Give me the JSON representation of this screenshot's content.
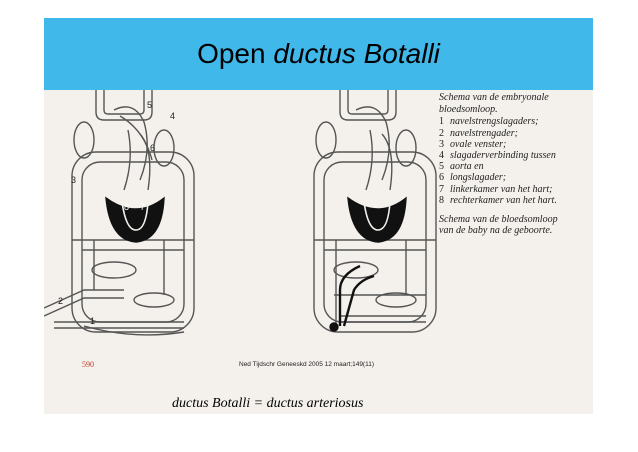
{
  "title": {
    "prefix": "Open",
    "italic": "ductus Botalli"
  },
  "figure": {
    "diagram_numbers": [
      "1",
      "2",
      "3",
      "4",
      "5",
      "6",
      "7",
      "8"
    ],
    "legend": {
      "header_line1": "Schema van de embryonale",
      "header_line2": "bloedsomloop.",
      "items": [
        {
          "num": "1",
          "text": "navelstrengslagaders;"
        },
        {
          "num": "2",
          "text": "navelstrengader;"
        },
        {
          "num": "3",
          "text": "ovale venster;"
        },
        {
          "num": "4",
          "text": "slagaderverbinding tussen"
        },
        {
          "num": "5",
          "text": "aorta en"
        },
        {
          "num": "6",
          "text": "longslagader;"
        },
        {
          "num": "7",
          "text": "linkerkamer van het hart;"
        },
        {
          "num": "8",
          "text": "rechterkamer van het hart."
        }
      ],
      "after_line1": "Schema van de bloedsomloop",
      "after_line2": "van de baby na de geboorte."
    },
    "page_number": "590",
    "citation": "Ned Tijdschr Geneeskd 2005 12 maart;149(11)"
  },
  "caption": "ductus Botalli =  ductus arteriosus",
  "colors": {
    "title_bar": "#40b8ea",
    "figure_bg": "#f4f1ec",
    "page_number": "#c0392b"
  }
}
